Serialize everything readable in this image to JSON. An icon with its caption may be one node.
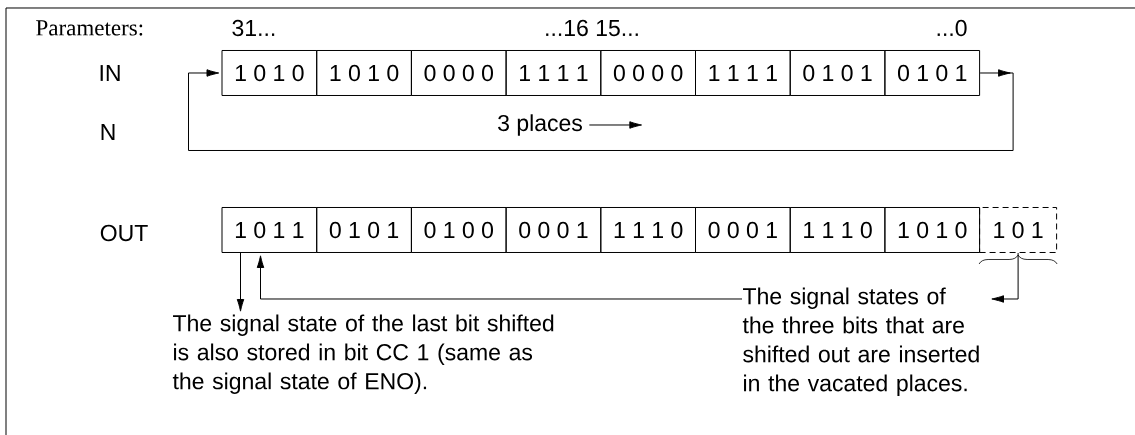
{
  "diagram": {
    "nodes": [
      {
        "text": [
          "1 0 1 0"
        ]
      },
      {
        "text": [
          "1 0 1 0"
        ]
      },
      {
        "text": [
          "0 0 0 0"
        ]
      },
      {
        "text": [
          "1 1 1 1"
        ]
      },
      {
        "text": [
          "0 0 0 0"
        ]
      },
      {
        "text": [
          "1 1 1 1"
        ]
      },
      {
        "text": [
          "0 1 0 1"
        ]
      },
      {
        "text": [
          "0 1 0 1"
        ]
      },
      {
        "text": [
          "1 0 1 1"
        ]
      },
      {
        "text": [
          "0 1 0 1"
        ]
      },
      {
        "text": [
          "0 1 0 0"
        ]
      },
      {
        "text": [
          "0 0 0 1"
        ]
      },
      {
        "text": [
          "1 1 1 0"
        ]
      },
      {
        "text": [
          "0 0 0 1"
        ]
      },
      {
        "text": [
          "1 1 1 0"
        ]
      },
      {
        "text": [
          "1 0 1 0"
        ]
      },
      {
        "text": [
          "1 0 1"
        ]
      },
      {
        "text": [
          "The signal state of the last bit shifted is also stored in bit CC 1 (same as the signal state of ENO)."
        ]
      },
      {
        "text": [
          "The signal states of the three bits that are shifted out are inserted in the vacated places."
        ]
      }
    ],
    "edges": [
      {
        "from": 7,
        "to": 0,
        "arrow": "to"
      },
      {
        "from": 8,
        "to": 17,
        "arrow": "to"
      },
      {
        "from": 18,
        "to": 8,
        "arrow": "to"
      },
      {
        "from": 16,
        "to": 18,
        "arrow": "to"
      }
    ],
    "labels": [
      "Parameters:",
      "31...",
      "...16 15...",
      "...0",
      "IN",
      "N",
      "3 places",
      "OUT"
    ]
  }
}
